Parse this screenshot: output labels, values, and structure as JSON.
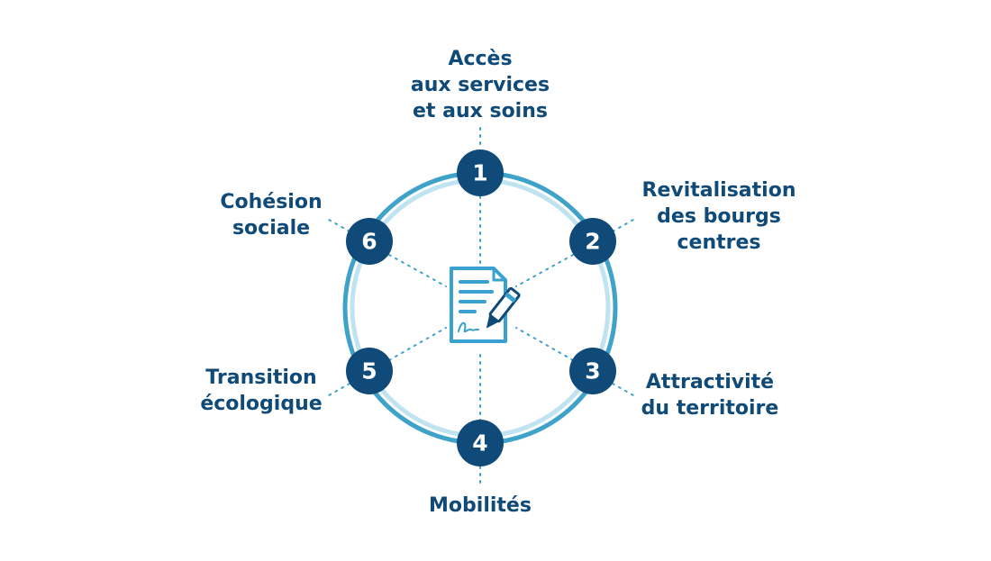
{
  "colors": {
    "dark_blue": "#0f4a78",
    "ring_blue": "#3fa2c9",
    "light_blue": "#bfe3f1",
    "icon_blue": "#3aa0cf",
    "text": "#0f4a78",
    "background": "#ffffff"
  },
  "center_icon": "document-signature-pen-icon",
  "nodes": [
    {
      "number": "1",
      "lines": [
        "Accès",
        "aux services",
        "et aux soins"
      ]
    },
    {
      "number": "2",
      "lines": [
        "Revitalisation",
        "des bourgs",
        "centres"
      ]
    },
    {
      "number": "3",
      "lines": [
        "Attractivité",
        "du territoire"
      ]
    },
    {
      "number": "4",
      "lines": [
        "Mobilités"
      ]
    },
    {
      "number": "5",
      "lines": [
        "Transition",
        "écologique"
      ]
    },
    {
      "number": "6",
      "lines": [
        "Cohésion",
        "sociale"
      ]
    }
  ]
}
